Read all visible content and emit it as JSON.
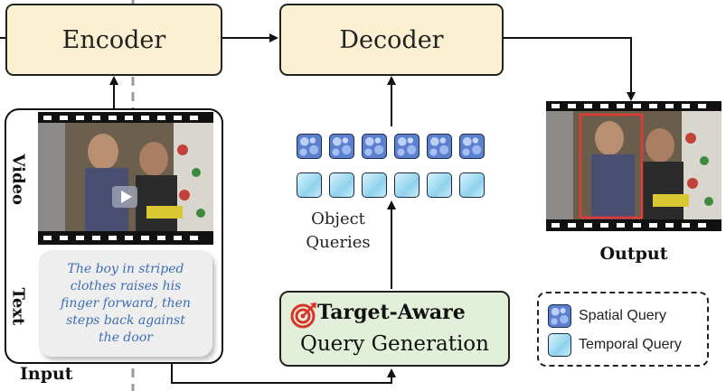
{
  "blocks": {
    "encoder": "Encoder",
    "decoder": "Decoder"
  },
  "input": {
    "video_label": "Video",
    "text_label": "Text",
    "caption": "The boy in striped\nclothes raises his\nfinger forward, then\nsteps back against\nthe door",
    "title": "Input"
  },
  "queries": {
    "label_line1": "Object",
    "label_line2": "Queries",
    "spatial_count": 6,
    "temporal_count": 6
  },
  "generation": {
    "title": "Target-Aware",
    "subtitle": "Query Generation"
  },
  "output": {
    "label": "Output",
    "box_color": "#e53935"
  },
  "legend": {
    "spatial": "Spatial Query",
    "temporal": "Temporal Query"
  },
  "colors": {
    "block_fill": "#fbf0d2",
    "generation_fill": "#e2efd9",
    "spatial_tile": "#5d7fd0",
    "temporal_tile": "#a8dff2",
    "caption_text": "#3b6fb2",
    "target_icon": "#d9342b"
  }
}
